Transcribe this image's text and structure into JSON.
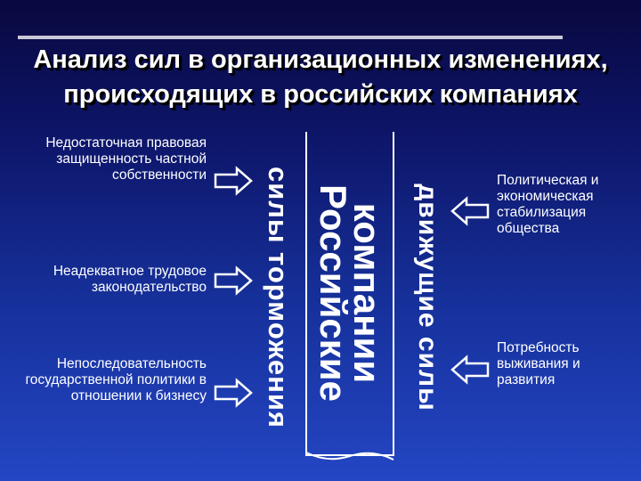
{
  "slide": {
    "title_line1": "Анализ сил в организационных изменениях,",
    "title_line2": "происходящих в российских компаниях"
  },
  "left": {
    "label": "силы торможения",
    "items": [
      {
        "text": "Недостаточная правовая защищенность частной собственности"
      },
      {
        "text": "Неадекватное трудовое законодательство"
      },
      {
        "text": "Непоследовательность государственной политики в отношении к бизнесу"
      }
    ]
  },
  "center": {
    "line1": "компании",
    "line2": "Российские"
  },
  "right": {
    "label": "движущие силы",
    "items": [
      {
        "text": "Политическая и экономическая стабилизация общества"
      },
      {
        "text": "Потребность выживания и развития"
      }
    ]
  },
  "colors": {
    "background_top": "#09083f",
    "background_bottom": "#2446c4",
    "text": "#ffffff"
  },
  "icons": {
    "arrow_right": "arrow-right-outline-icon",
    "arrow_left": "arrow-left-outline-icon"
  }
}
